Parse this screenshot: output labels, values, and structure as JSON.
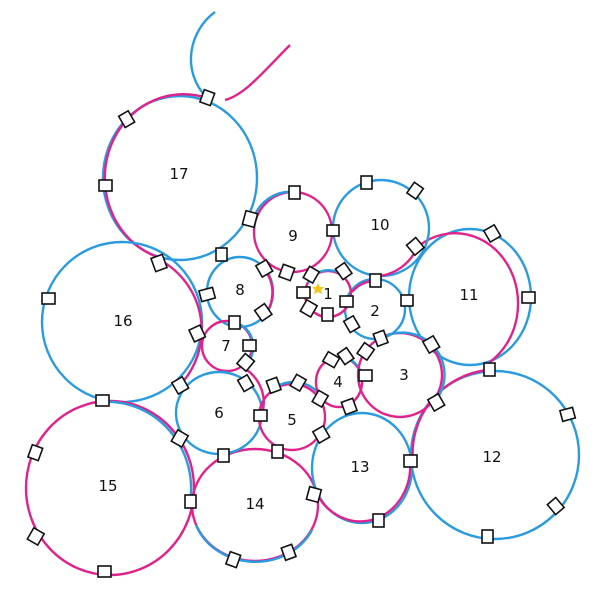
{
  "diagram": {
    "colors": {
      "blue": "#2b9be0",
      "pink": "#e0238c",
      "marker_stroke": "#111111",
      "star": "#f5c518",
      "background": "#ffffff"
    },
    "cells": [
      {
        "id": "cell-1",
        "label": "1"
      },
      {
        "id": "cell-2",
        "label": "2"
      },
      {
        "id": "cell-3",
        "label": "3"
      },
      {
        "id": "cell-4",
        "label": "4"
      },
      {
        "id": "cell-5",
        "label": "5"
      },
      {
        "id": "cell-6",
        "label": "6"
      },
      {
        "id": "cell-7",
        "label": "7"
      },
      {
        "id": "cell-8",
        "label": "8"
      },
      {
        "id": "cell-9",
        "label": "9"
      },
      {
        "id": "cell-10",
        "label": "10"
      },
      {
        "id": "cell-11",
        "label": "11"
      },
      {
        "id": "cell-12",
        "label": "12"
      },
      {
        "id": "cell-13",
        "label": "13"
      },
      {
        "id": "cell-14",
        "label": "14"
      },
      {
        "id": "cell-15",
        "label": "15"
      },
      {
        "id": "cell-16",
        "label": "16"
      },
      {
        "id": "cell-17",
        "label": "17"
      }
    ],
    "start_marker": "star-icon"
  }
}
